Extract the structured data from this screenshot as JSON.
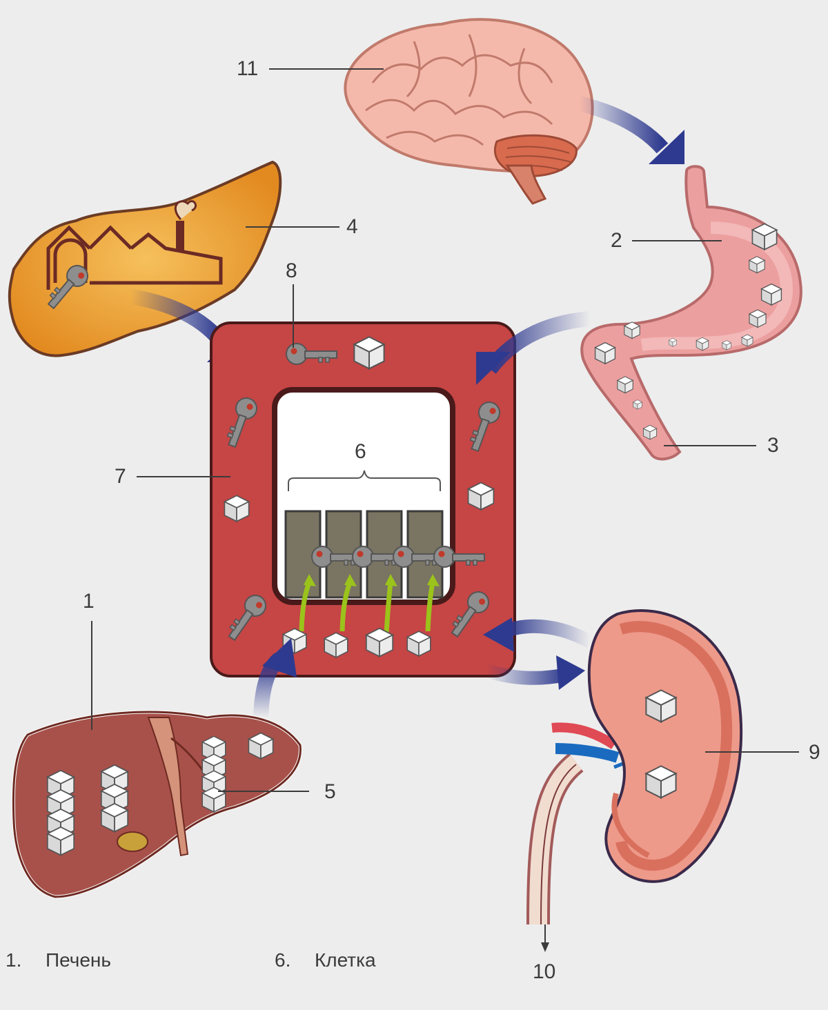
{
  "diagram": {
    "labels": {
      "liver": "1",
      "stomach": "2",
      "intestine": "3",
      "pancreas": "4",
      "glycogen": "5",
      "cell": "6",
      "blood": "7",
      "insulin": "8",
      "kidney": "9",
      "urine": "10",
      "brain": "11"
    }
  },
  "legend": [
    {
      "num": "1.",
      "label": "Печень"
    },
    {
      "num": "6.",
      "label": "Клетка"
    }
  ],
  "colors": {
    "background": "#ededed",
    "blood_frame": "#c64545",
    "arrow": "#2e3a8f",
    "insulin_arrow": "#9bc31b",
    "receptor": "#7a7462",
    "liver": "#a8514a",
    "stomach": "#e59b9b",
    "pancreas": "#f0a83c",
    "brain": "#f2b3a5",
    "kidney": "#e98a7a"
  },
  "icons": [
    "sugar-cube-icon",
    "key-icon"
  ]
}
